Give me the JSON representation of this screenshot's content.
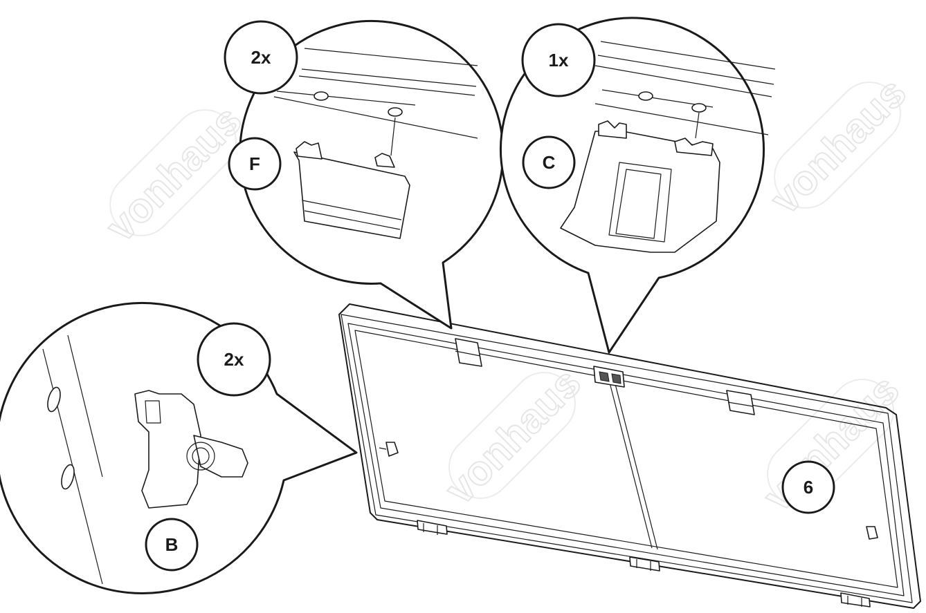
{
  "watermark": "vonhaus",
  "callouts": {
    "top_left_qty": "2x",
    "top_left_part": "F",
    "top_right_qty": "1x",
    "top_right_part": "C",
    "left_qty": "2x",
    "left_part": "B"
  },
  "step_number": "6"
}
